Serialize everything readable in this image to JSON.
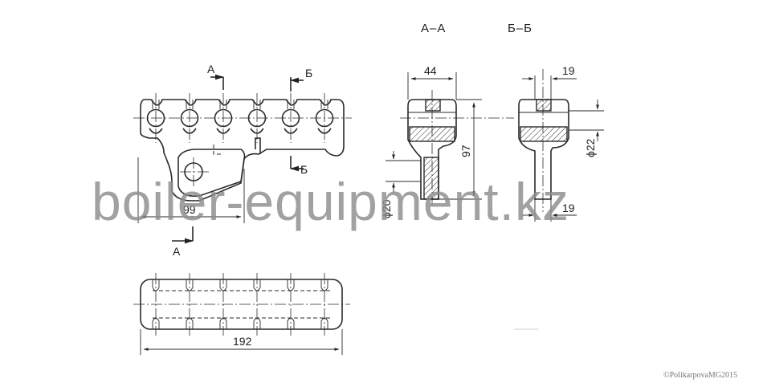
{
  "sections": {
    "section_a_label_top": "А",
    "section_a_label_bottom": "А",
    "section_b_label_top": "Б",
    "section_b_label_bottom": "Б",
    "section_a_title": "А–А",
    "section_b_title": "Б–Б"
  },
  "dimensions": {
    "front_height": "99",
    "plan_length": "192",
    "aa_width": "44",
    "aa_height": "97",
    "aa_diameter": "ϕ20",
    "bb_top_width": "19",
    "bb_bottom_width": "19",
    "bb_diameter": "ϕ22"
  },
  "watermark": "boiler-equipment.kz",
  "copyright": "©PolikarpovaMG2015"
}
